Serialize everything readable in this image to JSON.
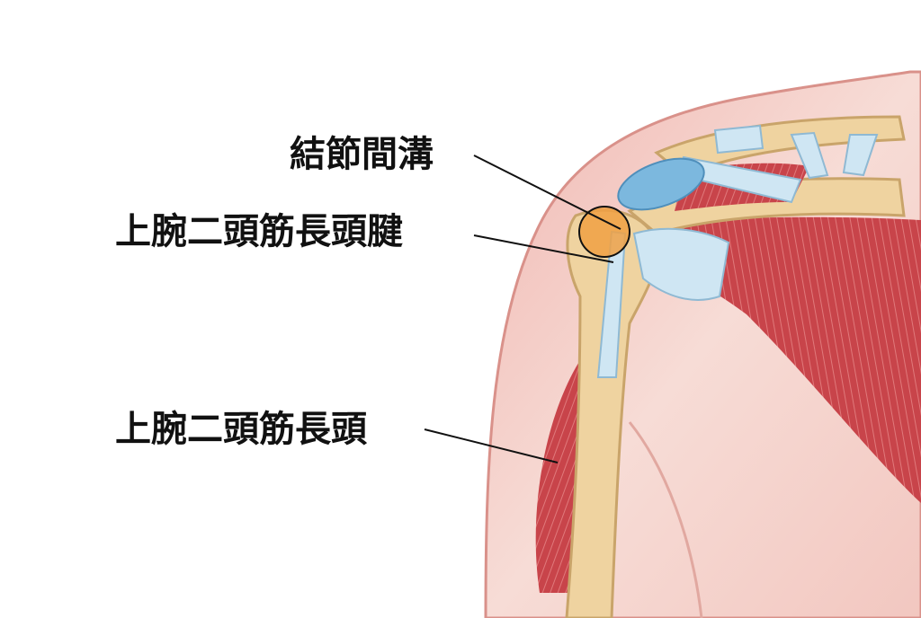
{
  "labels": {
    "intertubercular_groove": "結節間溝",
    "long_head_tendon": "上腕二頭筋長頭腱",
    "long_head": "上腕二頭筋長頭"
  },
  "colors": {
    "skin": "#f3c9c3",
    "skin_edge": "#d9918a",
    "bone": "#efd3a0",
    "bone_edge": "#c9a46a",
    "muscle": "#c8444a",
    "tendon": "#cfe6f3",
    "cartilage": "#7cb8de",
    "highlight": "#f0a043",
    "line": "#111111"
  }
}
